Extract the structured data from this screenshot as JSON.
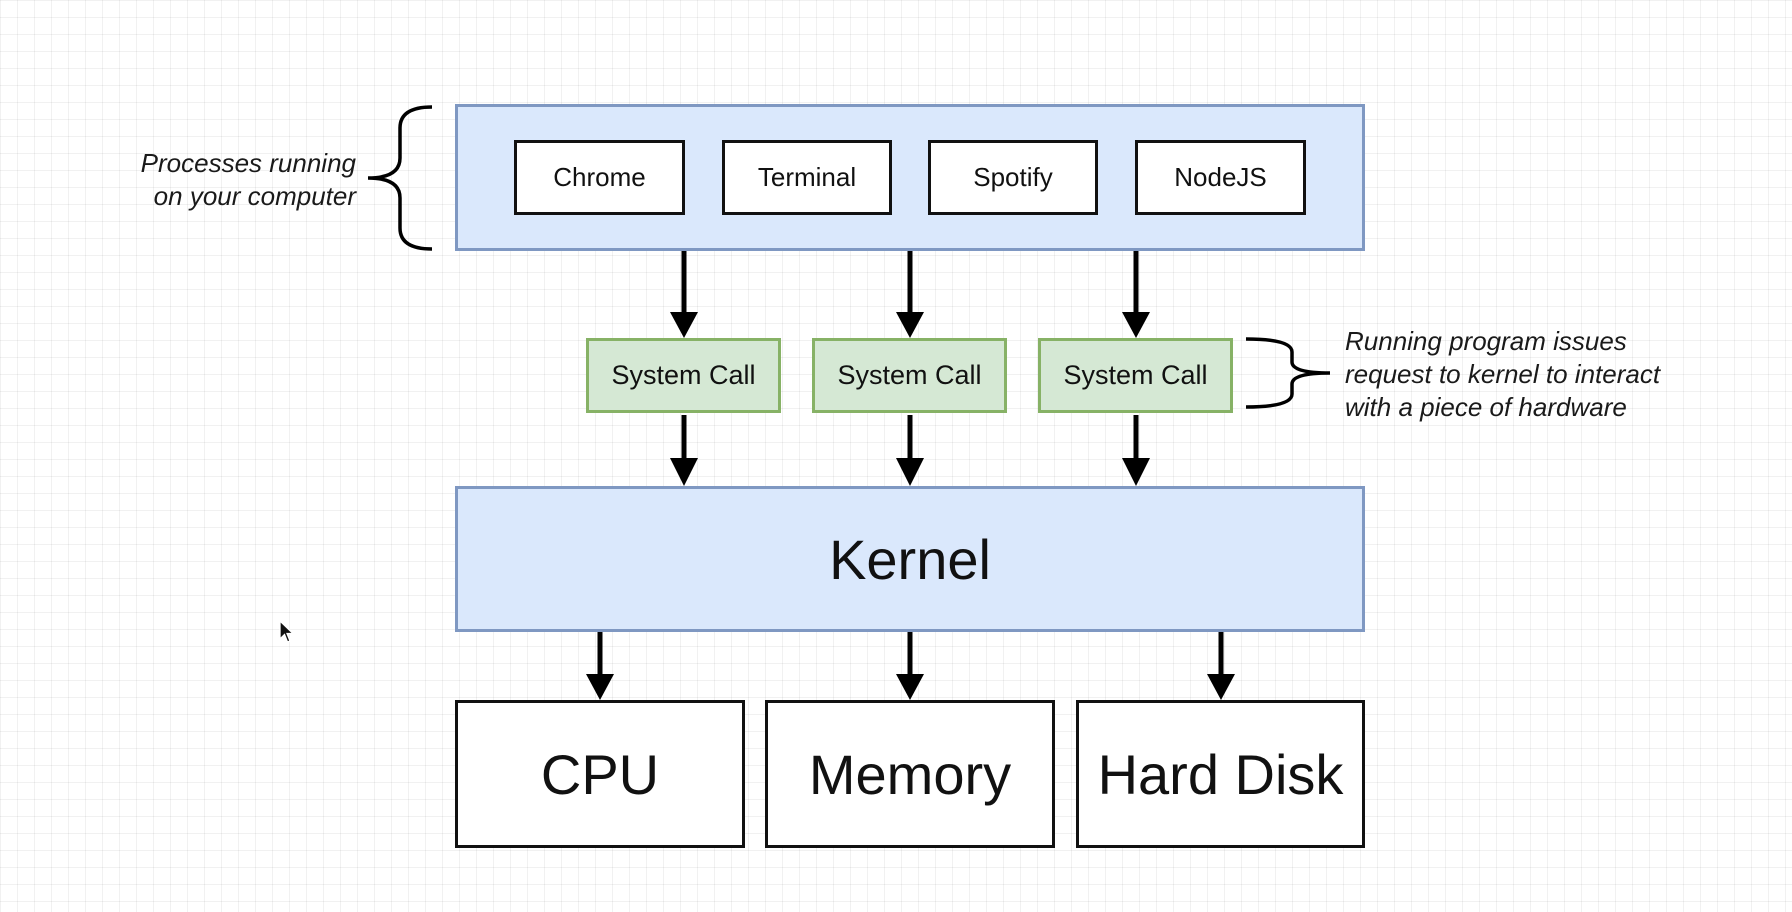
{
  "diagram": {
    "process_notes": "Processes running\non your computer",
    "syscall_notes": "Running program issues\nrequest to kernel to interact\nwith a piece of hardware",
    "processes": [
      "Chrome",
      "Terminal",
      "Spotify",
      "NodeJS"
    ],
    "system_calls": [
      "System Call",
      "System Call",
      "System Call"
    ],
    "kernel": "Kernel",
    "hardware": [
      "CPU",
      "Memory",
      "Hard Disk"
    ]
  },
  "colors": {
    "panel_fill": "#dae8fc",
    "panel_border": "#7f98c2",
    "syscall_fill": "#d5e8d4",
    "syscall_border": "#87b266",
    "box_border": "#111111"
  },
  "icons": {
    "cursor": "mouse-pointer-icon",
    "left_bracket": "curly-brace-icon",
    "right_bracket": "curly-brace-icon"
  }
}
